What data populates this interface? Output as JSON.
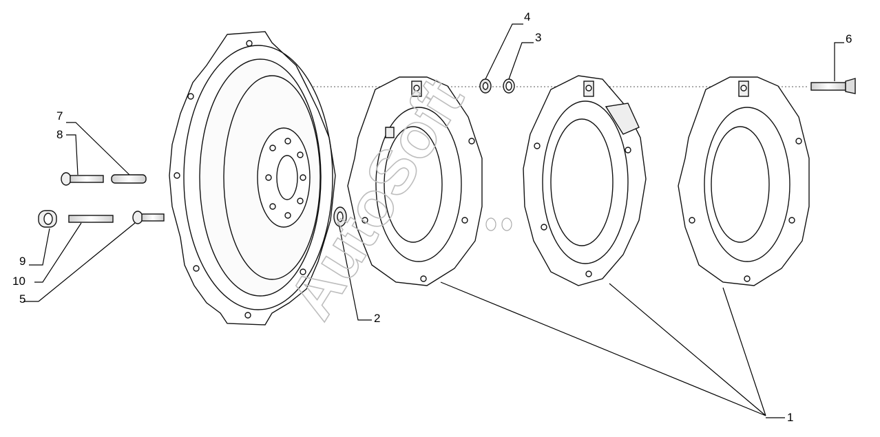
{
  "diagram": {
    "watermark": "AutoSoft",
    "callouts": [
      {
        "id": "1",
        "text": "1"
      },
      {
        "id": "2",
        "text": "2"
      },
      {
        "id": "3",
        "text": "3"
      },
      {
        "id": "4",
        "text": "4"
      },
      {
        "id": "5",
        "text": "5"
      },
      {
        "id": "6",
        "text": "6"
      },
      {
        "id": "7",
        "text": "7"
      },
      {
        "id": "8",
        "text": "8"
      },
      {
        "id": "9",
        "text": "9"
      },
      {
        "id": "10",
        "text": "10"
      }
    ],
    "colors": {
      "line": "#000000",
      "fill": "#ffffff",
      "shade": "#e8e8e8",
      "watermark": "#bdbdbd"
    }
  }
}
